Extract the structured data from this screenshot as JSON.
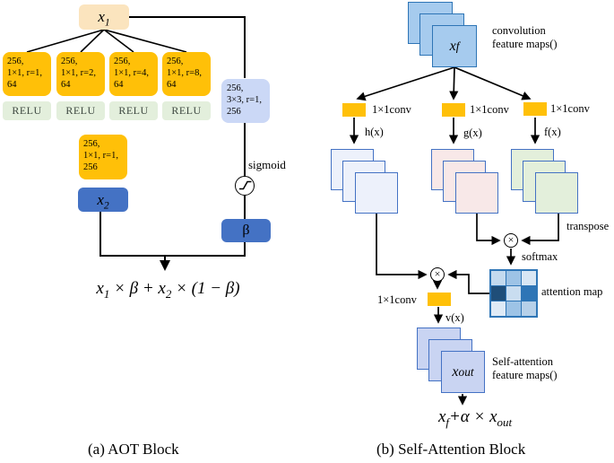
{
  "palette": {
    "tan": "#FBE4BE",
    "orange": "#FFC008",
    "relu_bg": "#E3EFDC",
    "relu_text": "#3F4A42",
    "gate_blue_bg": "#CBD8F6",
    "accent_blue": "#4472C4",
    "square_blue_fill": "#A6CBEE",
    "square_blue_border": "#2E75B6",
    "h_fill": "#EDF1FB",
    "g_fill": "#F8E8E8",
    "f_fill": "#E3EFDB",
    "out_fill": "#C9D4F2"
  },
  "icons": {
    "multiply": "×"
  },
  "aot": {
    "input": {
      "base": "x",
      "sub": "1"
    },
    "branches": [
      {
        "conv": "256,\n1×1, r=1,\n64",
        "act": "RELU"
      },
      {
        "conv": "256,\n1×1, r=2,\n64",
        "act": "RELU"
      },
      {
        "conv": "256,\n1×1, r=4,\n64",
        "act": "RELU"
      },
      {
        "conv": "256,\n1×1, r=8,\n64",
        "act": "RELU"
      }
    ],
    "gate_conv": "256,\n3×3, r=1,\n256",
    "fuse_conv": "256,\n1×1, r=1,\n256",
    "sigmoid_label": "sigmoid",
    "x2": {
      "base": "x",
      "sub": "2"
    },
    "beta": "β",
    "formula": {
      "b1": "x",
      "s1": "1",
      "m1": " × β + ",
      "b2": "x",
      "s2": "2",
      "m2": " × (1 − β)"
    },
    "caption": "(a)  AOT Block"
  },
  "sab": {
    "input": {
      "base": "x",
      "sub": "f"
    },
    "input_label": "convolution\nfeature maps()",
    "branches": [
      {
        "conv": "1×1conv",
        "fn": "h(x)"
      },
      {
        "conv": "1×1conv",
        "fn": "g(x)"
      },
      {
        "conv": "1×1conv",
        "fn": "f(x)"
      }
    ],
    "transpose_label": "transpose",
    "softmax_label": "softmax",
    "attention_map_label": "attention map",
    "attention_cells": [
      "#C3DAEF",
      "#9DC3E6",
      "#D8E6F4",
      "#1F4E79",
      "#C9DDF0",
      "#2E75B6",
      "#DEEAF6",
      "#9DC3E6",
      "#B6D0E9"
    ],
    "v_conv": "1×1conv",
    "v_fn": "v(x)",
    "output": {
      "base": "x",
      "sub": "out"
    },
    "output_label": "Self-attention\nfeature maps()",
    "formula": {
      "b1": "x",
      "s1": "f",
      "m1": "+α × ",
      "b2": "x",
      "s2": "out"
    },
    "caption": "(b) Self-Attention Block"
  }
}
